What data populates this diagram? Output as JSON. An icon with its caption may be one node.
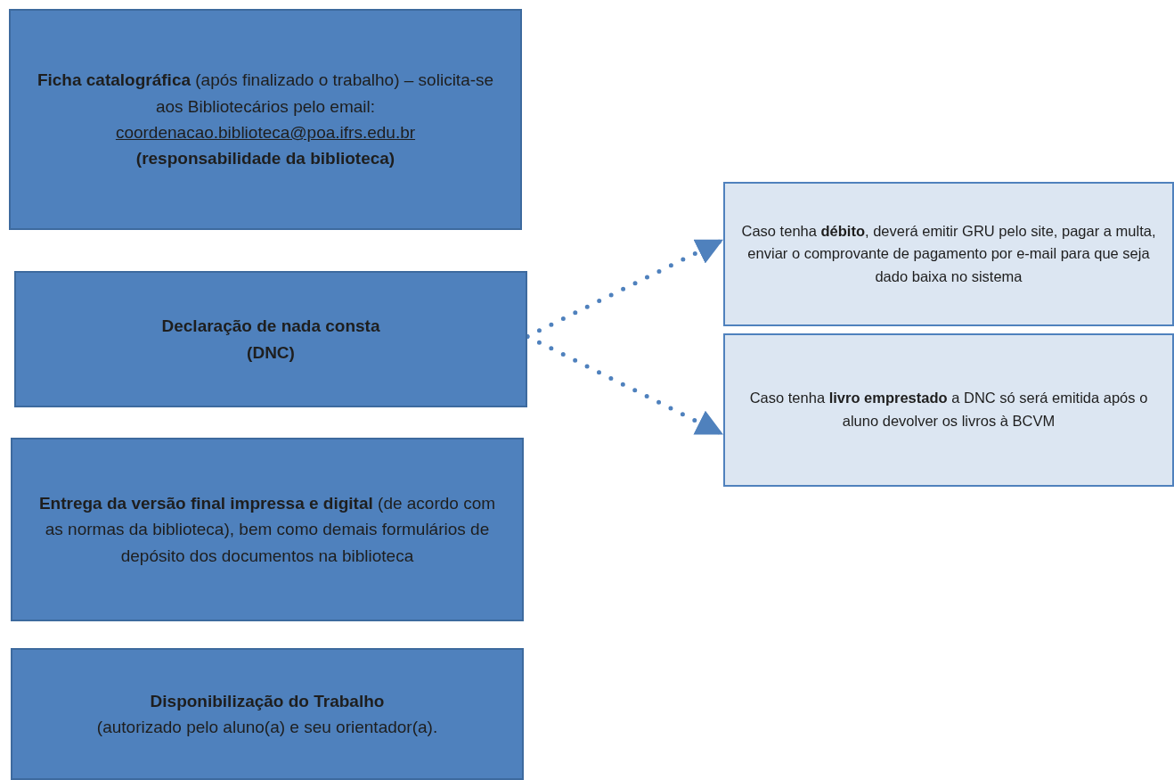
{
  "diagram": {
    "nodes": [
      {
        "text": [
          "**Ficha catalográfica** (após finalizado o trabalho) – solicita-se aos Bibliotecários pelo email:",
          "coordenacao.biblioteca@poa.ifrs.edu.br",
          "**(responsabilidade da biblioteca)**"
        ]
      },
      {
        "text": [
          "**Declaração de nada consta (DNC)**"
        ]
      },
      {
        "text": [
          "**Entrega da versão final impressa e digital** (de acordo com as normas da biblioteca), bem como demais formulários de depósito dos documentos na biblioteca"
        ]
      },
      {
        "text": [
          "**Disponibilização do Trabalho**",
          "(autorizado pelo aluno(a) e seu orientador(a)."
        ]
      },
      {
        "text": [
          "Caso tenha **débito**, deverá emitir GRU pelo site, pagar a multa, enviar o comprovante de pagamento por e-mail para que seja dado baixa no sistema"
        ]
      },
      {
        "text": [
          "Caso tenha **livro emprestado** a DNC só será emitida após o aluno devolver os livros à BCVM"
        ]
      }
    ],
    "edges": [
      {
        "from": 1,
        "to": 4,
        "arrow": "to",
        "style": "dashed"
      },
      {
        "from": 1,
        "to": 5,
        "arrow": "to",
        "style": "dashed"
      }
    ]
  }
}
